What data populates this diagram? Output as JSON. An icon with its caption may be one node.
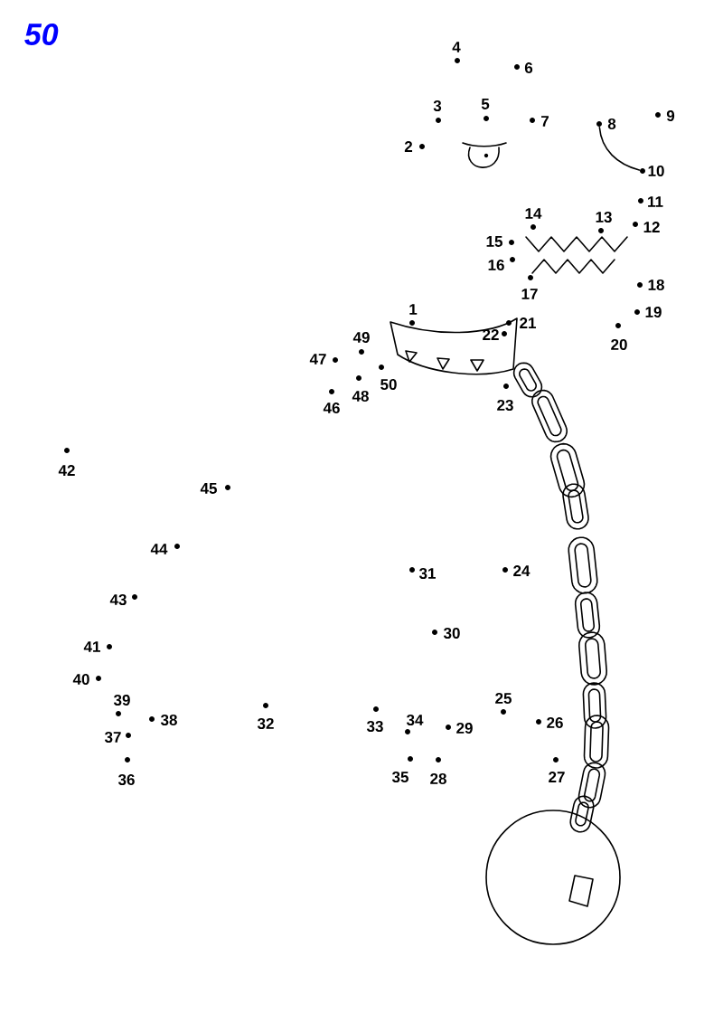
{
  "diagram": {
    "title": "50",
    "nodes": [
      {
        "text": [],
        "shape": "circle",
        "beside": [
          "1"
        ]
      },
      {
        "text": [],
        "shape": "circle",
        "beside": [
          "2"
        ]
      },
      {
        "text": [],
        "shape": "circle",
        "beside": [
          "3"
        ]
      },
      {
        "text": [],
        "shape": "circle",
        "beside": [
          "4"
        ]
      },
      {
        "text": [],
        "shape": "circle",
        "beside": [
          "5"
        ]
      },
      {
        "text": [],
        "shape": "circle",
        "beside": [
          "6"
        ]
      },
      {
        "text": [],
        "shape": "circle",
        "beside": [
          "7"
        ]
      },
      {
        "text": [],
        "shape": "circle",
        "beside": [
          "8"
        ]
      },
      {
        "text": [],
        "shape": "circle",
        "beside": [
          "9"
        ]
      },
      {
        "text": [],
        "shape": "circle",
        "beside": [
          "10"
        ]
      },
      {
        "text": [],
        "shape": "circle",
        "beside": [
          "11"
        ]
      },
      {
        "text": [],
        "shape": "circle",
        "beside": [
          "12"
        ]
      },
      {
        "text": [],
        "shape": "circle",
        "beside": [
          "13"
        ]
      },
      {
        "text": [],
        "shape": "circle",
        "beside": [
          "14"
        ]
      },
      {
        "text": [],
        "shape": "circle",
        "beside": [
          "15"
        ]
      },
      {
        "text": [],
        "shape": "circle",
        "beside": [
          "16"
        ]
      },
      {
        "text": [],
        "shape": "circle",
        "beside": [
          "17"
        ]
      },
      {
        "text": [],
        "shape": "circle",
        "beside": [
          "18"
        ]
      },
      {
        "text": [],
        "shape": "circle",
        "beside": [
          "19"
        ]
      },
      {
        "text": [],
        "shape": "circle",
        "beside": [
          "20"
        ]
      },
      {
        "text": [],
        "shape": "circle",
        "beside": [
          "21"
        ]
      },
      {
        "text": [],
        "shape": "circle",
        "beside": [
          "22"
        ]
      },
      {
        "text": [],
        "shape": "circle",
        "beside": [
          "23"
        ]
      },
      {
        "text": [],
        "shape": "circle",
        "beside": [
          "24"
        ]
      },
      {
        "text": [],
        "shape": "circle",
        "beside": [
          "25"
        ]
      },
      {
        "text": [],
        "shape": "circle",
        "beside": [
          "26"
        ]
      },
      {
        "text": [],
        "shape": "circle",
        "beside": [
          "27"
        ]
      },
      {
        "text": [],
        "shape": "circle",
        "beside": [
          "28"
        ]
      },
      {
        "text": [],
        "shape": "circle",
        "beside": [
          "29"
        ]
      },
      {
        "text": [],
        "shape": "circle",
        "beside": [
          "30"
        ]
      },
      {
        "text": [],
        "shape": "circle",
        "beside": [
          "31"
        ]
      },
      {
        "text": [],
        "shape": "circle",
        "beside": [
          "32"
        ]
      },
      {
        "text": [],
        "shape": "circle",
        "beside": [
          "33"
        ]
      },
      {
        "text": [],
        "shape": "circle",
        "beside": [
          "34"
        ]
      },
      {
        "text": [],
        "shape": "circle",
        "beside": [
          "35"
        ]
      },
      {
        "text": [],
        "shape": "circle",
        "beside": [
          "36"
        ]
      },
      {
        "text": [],
        "shape": "circle",
        "beside": [
          "37"
        ]
      },
      {
        "text": [],
        "shape": "circle",
        "beside": [
          "38"
        ]
      },
      {
        "text": [],
        "shape": "circle",
        "beside": [
          "39"
        ]
      },
      {
        "text": [],
        "shape": "circle",
        "beside": [
          "40"
        ]
      },
      {
        "text": [],
        "shape": "circle",
        "beside": [
          "41"
        ]
      },
      {
        "text": [],
        "shape": "circle",
        "beside": [
          "42"
        ]
      },
      {
        "text": [],
        "shape": "circle",
        "beside": [
          "43"
        ]
      },
      {
        "text": [],
        "shape": "circle",
        "beside": [
          "44"
        ]
      },
      {
        "text": [],
        "shape": "circle",
        "beside": [
          "45"
        ]
      },
      {
        "text": [],
        "shape": "circle",
        "beside": [
          "46"
        ]
      },
      {
        "text": [],
        "shape": "circle",
        "beside": [
          "47"
        ]
      },
      {
        "text": [],
        "shape": "circle",
        "beside": [
          "48"
        ]
      },
      {
        "text": [],
        "shape": "circle",
        "beside": [
          "49"
        ]
      },
      {
        "text": [],
        "shape": "circle",
        "beside": [
          "50"
        ]
      }
    ],
    "edges": [
      {
        "from": 7,
        "to": 9,
        "arrow": "none"
      }
    ]
  }
}
